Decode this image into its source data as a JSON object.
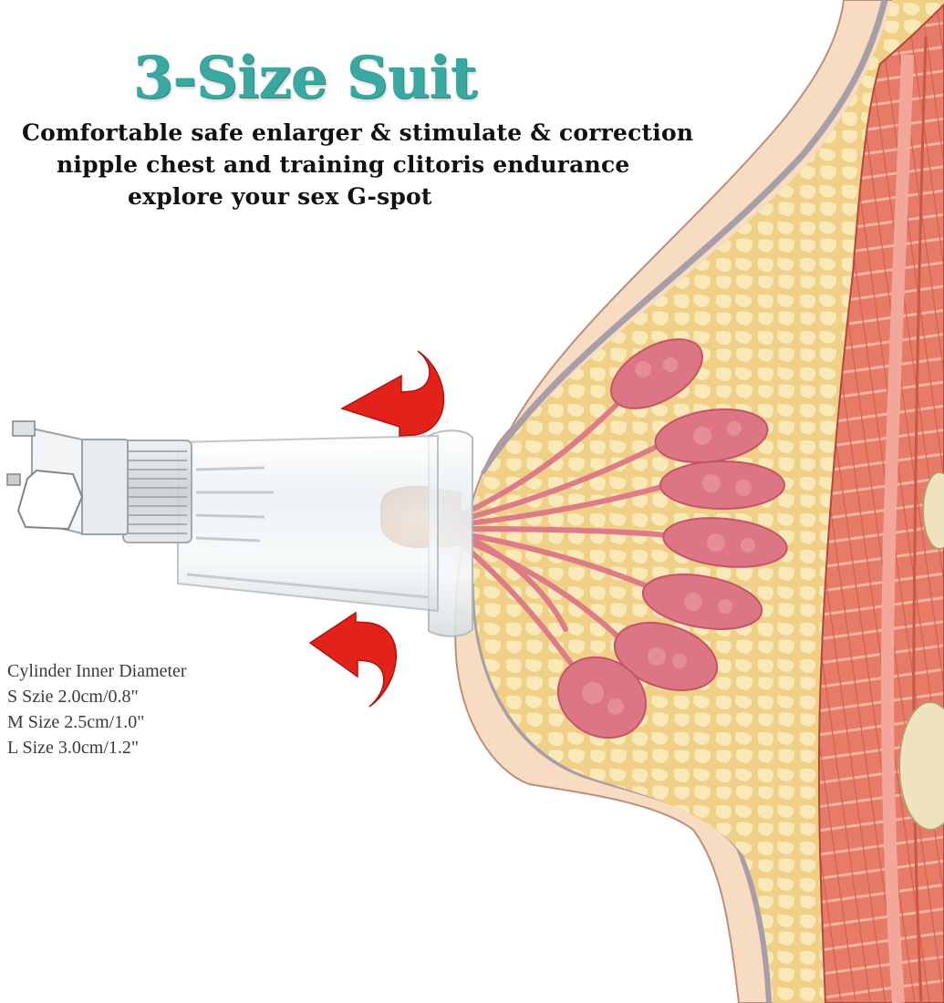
{
  "headline": {
    "title": "3-Size Suit",
    "line1": "Comfortable safe enlarger & stimulate & correction",
    "line2": "nipple chest and training clitoris endurance",
    "line3": "explore your sex G-spot"
  },
  "specs": {
    "heading": "Cylinder Inner Diameter",
    "small": "S Szie 2.0cm/0.8\"",
    "medium": "M Size 2.5cm/1.0\"",
    "large": "L Size 3.0cm/1.2\""
  },
  "colors": {
    "title": "#3aa8a0",
    "arrow": "#e3221a",
    "skin": "#f7d9bd",
    "fat": "#f5dc9b",
    "muscle": "#e57d6e",
    "gland": "#d96a7a"
  },
  "illustration": {
    "subject": "breast-anatomy-cross-section",
    "device": "clear-suction-cylinder"
  }
}
